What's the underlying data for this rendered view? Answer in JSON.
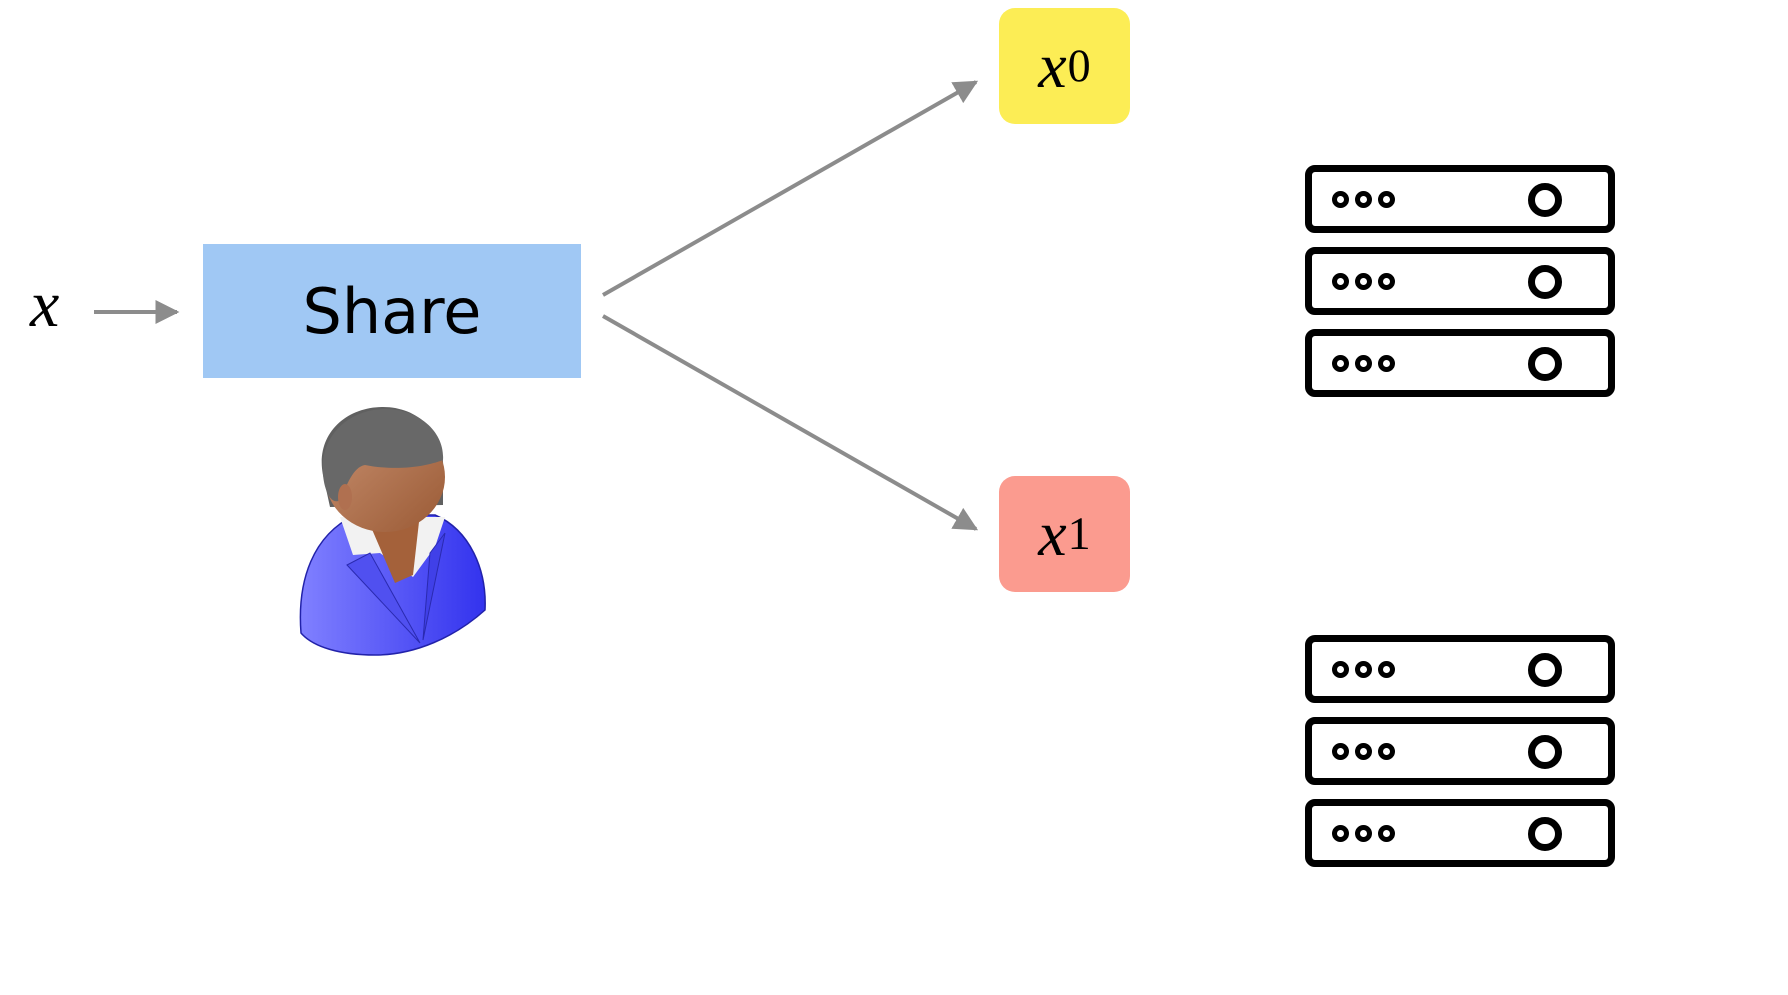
{
  "diagram": {
    "input_var": "x",
    "process_label": "Share",
    "outputs": [
      {
        "base": "x",
        "sub": "0",
        "color": "#fced55"
      },
      {
        "base": "x",
        "sub": "1",
        "color": "#fb9b8f"
      }
    ],
    "share_box_color": "#a0c8f4",
    "arrow_color": "#8c8c8c",
    "icons": {
      "user": "user-avatar-icon",
      "server_top": "server-rack-icon",
      "server_bottom": "server-rack-icon"
    }
  }
}
